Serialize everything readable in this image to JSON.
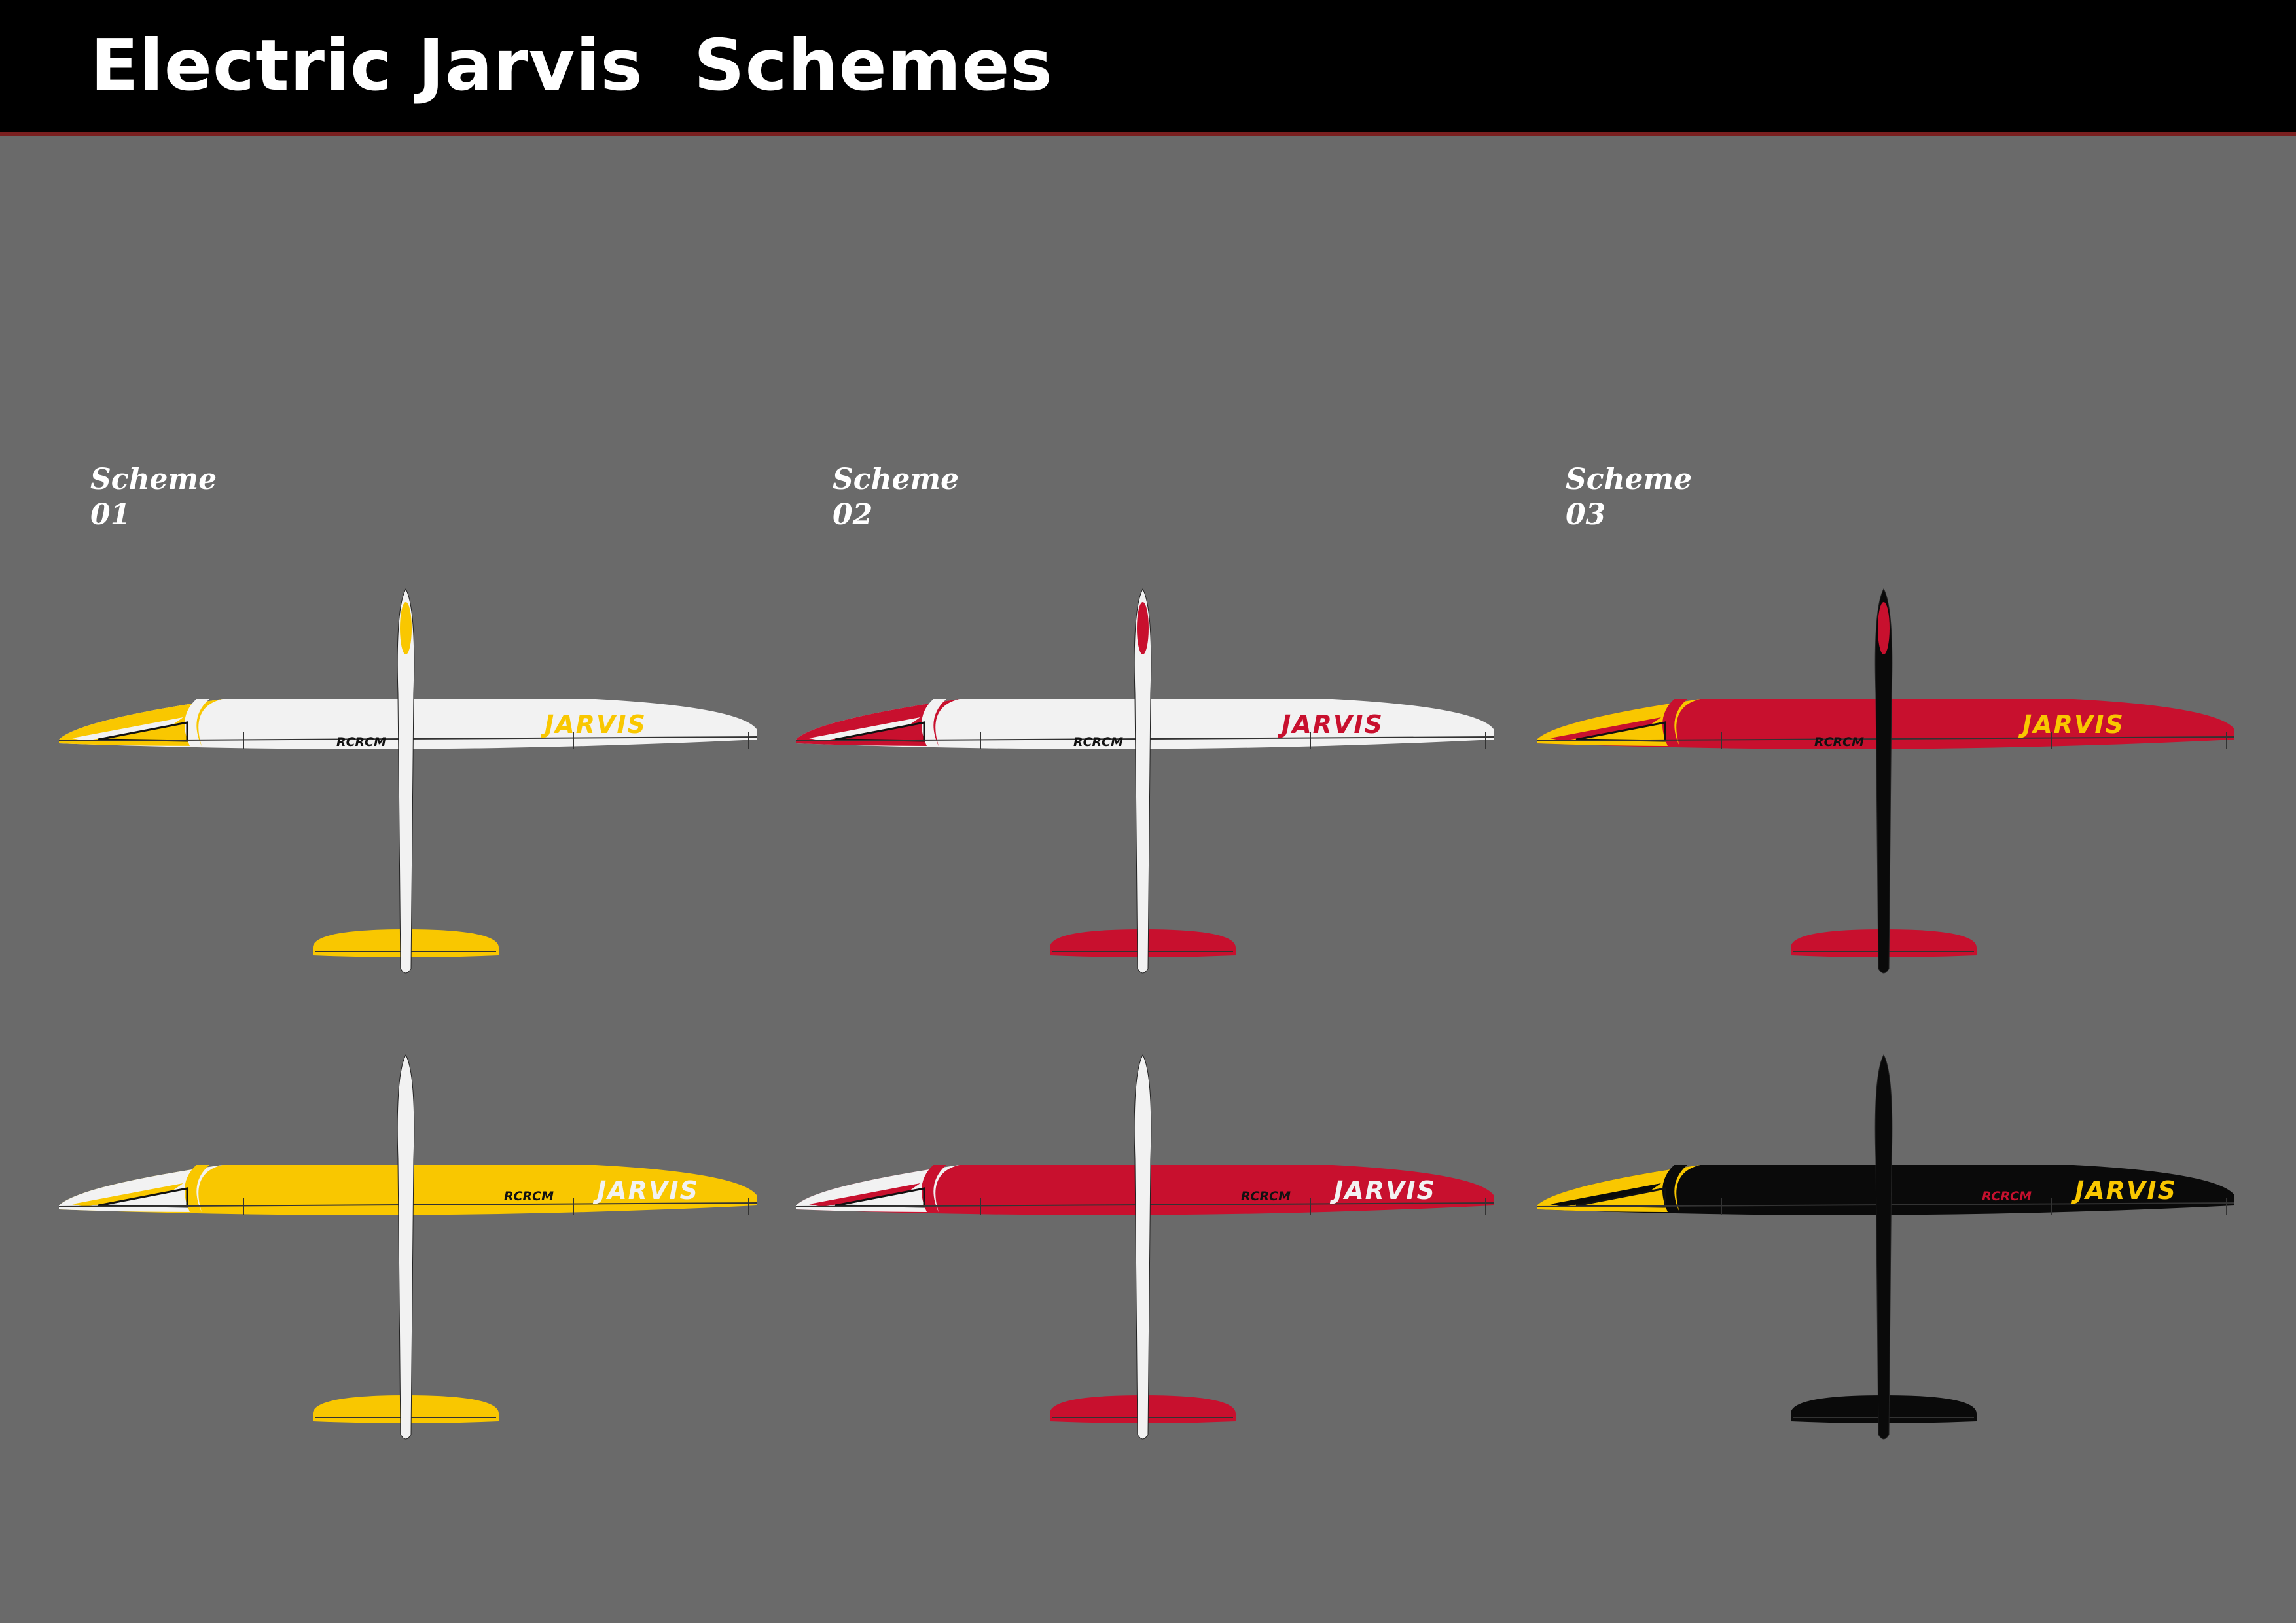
{
  "title": "Electric Jarvis  Schemes",
  "schemes": [
    {
      "label": "Scheme",
      "number": "01"
    },
    {
      "label": "Scheme",
      "number": "02"
    },
    {
      "label": "Scheme",
      "number": "03"
    }
  ],
  "wing_logo": "JARVIS",
  "brand_logo": "RCRCM",
  "colors": {
    "background": "#6a6a6a",
    "header": "#000000",
    "header_rule": "#7a1f1f",
    "white": "#f2f2f2",
    "yellow": "#f9c700",
    "red": "#c8102e",
    "black": "#000000"
  },
  "planes": [
    {
      "scheme": "01",
      "view": "top",
      "wing": "#f2f2f2",
      "fuselage": "#f2f2f2",
      "tail": "#f9c700",
      "fin": "#f9c700",
      "tip": "#f9c700",
      "tip_stripe": "#f2f2f2",
      "logo_color": "#f9c700",
      "brand_color": "#111111"
    },
    {
      "scheme": "02",
      "view": "top",
      "wing": "#f2f2f2",
      "fuselage": "#f2f2f2",
      "tail": "#c8102e",
      "fin": "#c8102e",
      "tip": "#c8102e",
      "tip_stripe": "#f2f2f2",
      "logo_color": "#c8102e",
      "brand_color": "#111111"
    },
    {
      "scheme": "03",
      "view": "top",
      "wing": "#c8102e",
      "fuselage": "#0a0a0a",
      "tail": "#c8102e",
      "fin": "#c8102e",
      "tip": "#f9c700",
      "tip_stripe": "#c8102e",
      "logo_color": "#f9c700",
      "brand_color": "#111111"
    },
    {
      "scheme": "01",
      "view": "bottom",
      "wing": "#f9c700",
      "fuselage": "#f2f2f2",
      "tail": "#f9c700",
      "fin": "#f2f2f2",
      "tip": "#f2f2f2",
      "tip_stripe": "#f9c700",
      "logo_color": "#f2f2f2",
      "brand_color": "#111111"
    },
    {
      "scheme": "02",
      "view": "bottom",
      "wing": "#c8102e",
      "fuselage": "#f2f2f2",
      "tail": "#c8102e",
      "fin": "#f2f2f2",
      "tip": "#f2f2f2",
      "tip_stripe": "#c8102e",
      "logo_color": "#f2f2f2",
      "brand_color": "#111111"
    },
    {
      "scheme": "03",
      "view": "bottom",
      "wing": "#0a0a0a",
      "fuselage": "#0a0a0a",
      "tail": "#0a0a0a",
      "fin": "#0a0a0a",
      "tip": "#f9c700",
      "tip_stripe": "#0a0a0a",
      "logo_color": "#f9c700",
      "brand_color": "#c8102e"
    }
  ]
}
